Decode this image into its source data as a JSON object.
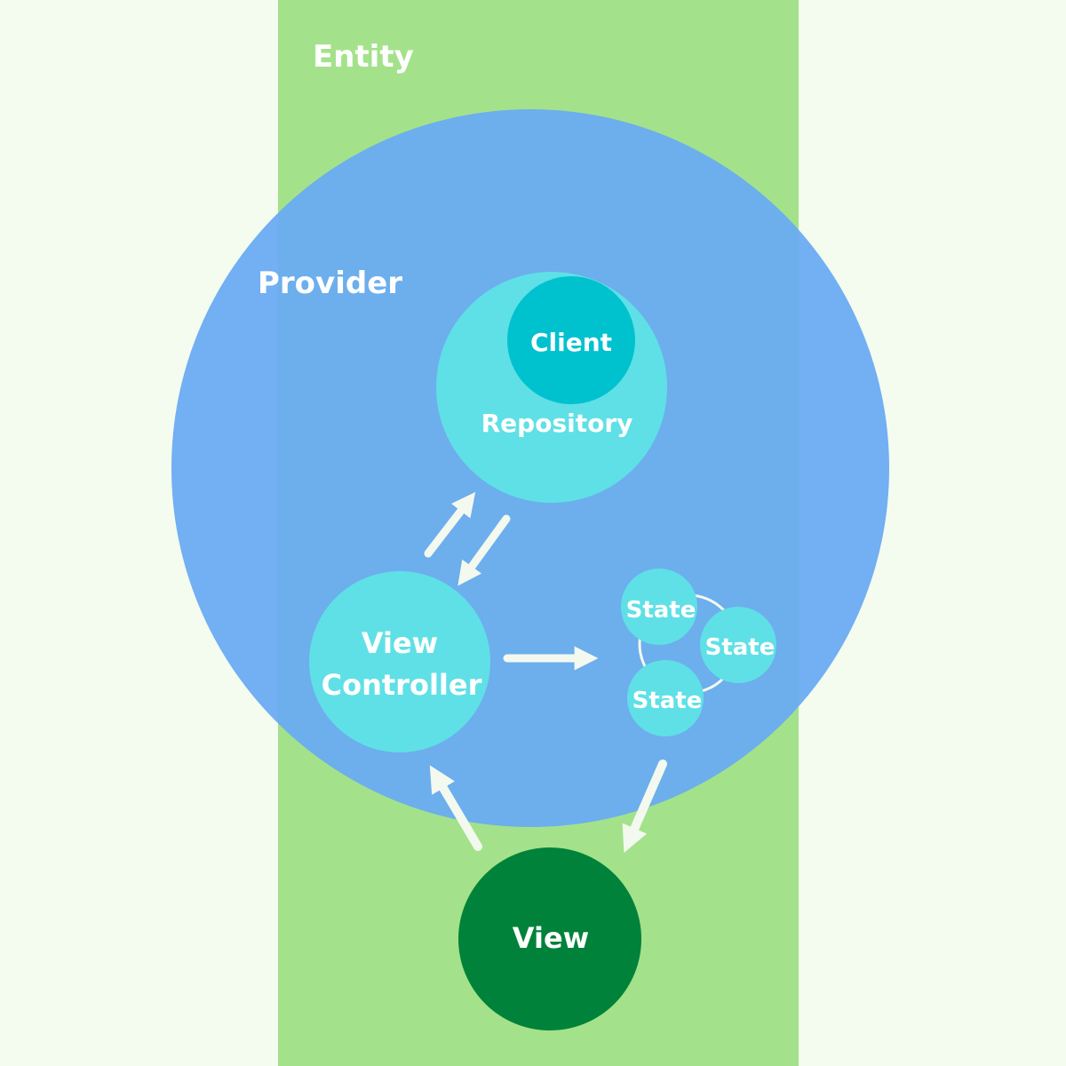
{
  "colors": {
    "background": "#f4fcef",
    "entity": "#a3e28a",
    "provider": "#6aabf2",
    "repository": "#5fe0e6",
    "client": "#00c2cf",
    "view_controller": "#5fe0e6",
    "state": "#5fe0e6",
    "view": "#00823a",
    "arrow": "#f3f9ee",
    "text": "#ffffff"
  },
  "labels": {
    "entity": "Entity",
    "provider": "Provider",
    "client": "Client",
    "repository": "Repository",
    "view_controller_line1": "View",
    "view_controller_line2": "Controller",
    "state_1": "State",
    "state_2": "State",
    "state_3": "State",
    "view": "View"
  }
}
